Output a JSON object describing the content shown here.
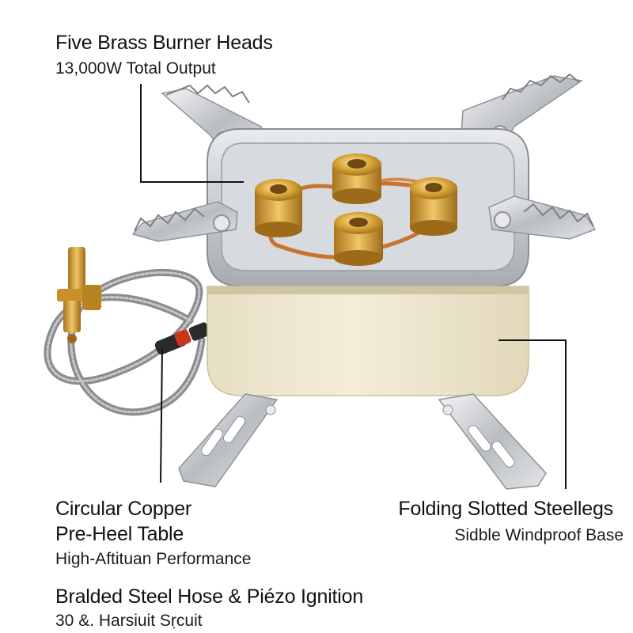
{
  "callouts": {
    "burners": {
      "title": "Five Brass Burner Heads",
      "subtitle": "13,000W Total Output"
    },
    "copper": {
      "title_line1": "Circular Copper",
      "title_line2": "Pre-Heel Table",
      "subtitle": "High-Aftituan Performance"
    },
    "legs": {
      "title": "Folding Slotted Steellegs",
      "subtitle": "Sidble Windproof Base"
    },
    "hose": {
      "title": "Bralded Steel Hose & Piézo Ignition",
      "subtitle": "30 &. Harsiuit Sṛcuit"
    }
  },
  "colors": {
    "steel": "#c9ccd0",
    "brass": "#d4a12e",
    "copper": "#c8742f",
    "cream_body": "#eee7cf",
    "hose_braid": "#8a8c8e",
    "ignition_red": "#c8341c",
    "leader_line": "#111111"
  }
}
